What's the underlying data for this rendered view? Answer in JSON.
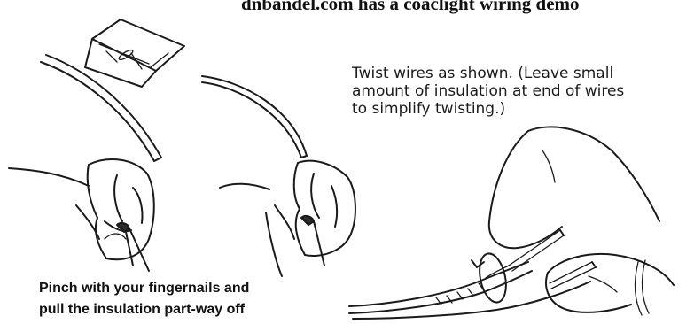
{
  "header": {
    "text": "dnbandel.com has a coaclight wiring demo"
  },
  "captions": {
    "twist_lines": [
      "Twist wires as shown. (Leave small",
      "amount of insulation at end of wires",
      "to simplify twisting.)"
    ],
    "pinch_lines": [
      "Pinch with your fingernails and",
      "pull the insulation part-way off"
    ]
  }
}
